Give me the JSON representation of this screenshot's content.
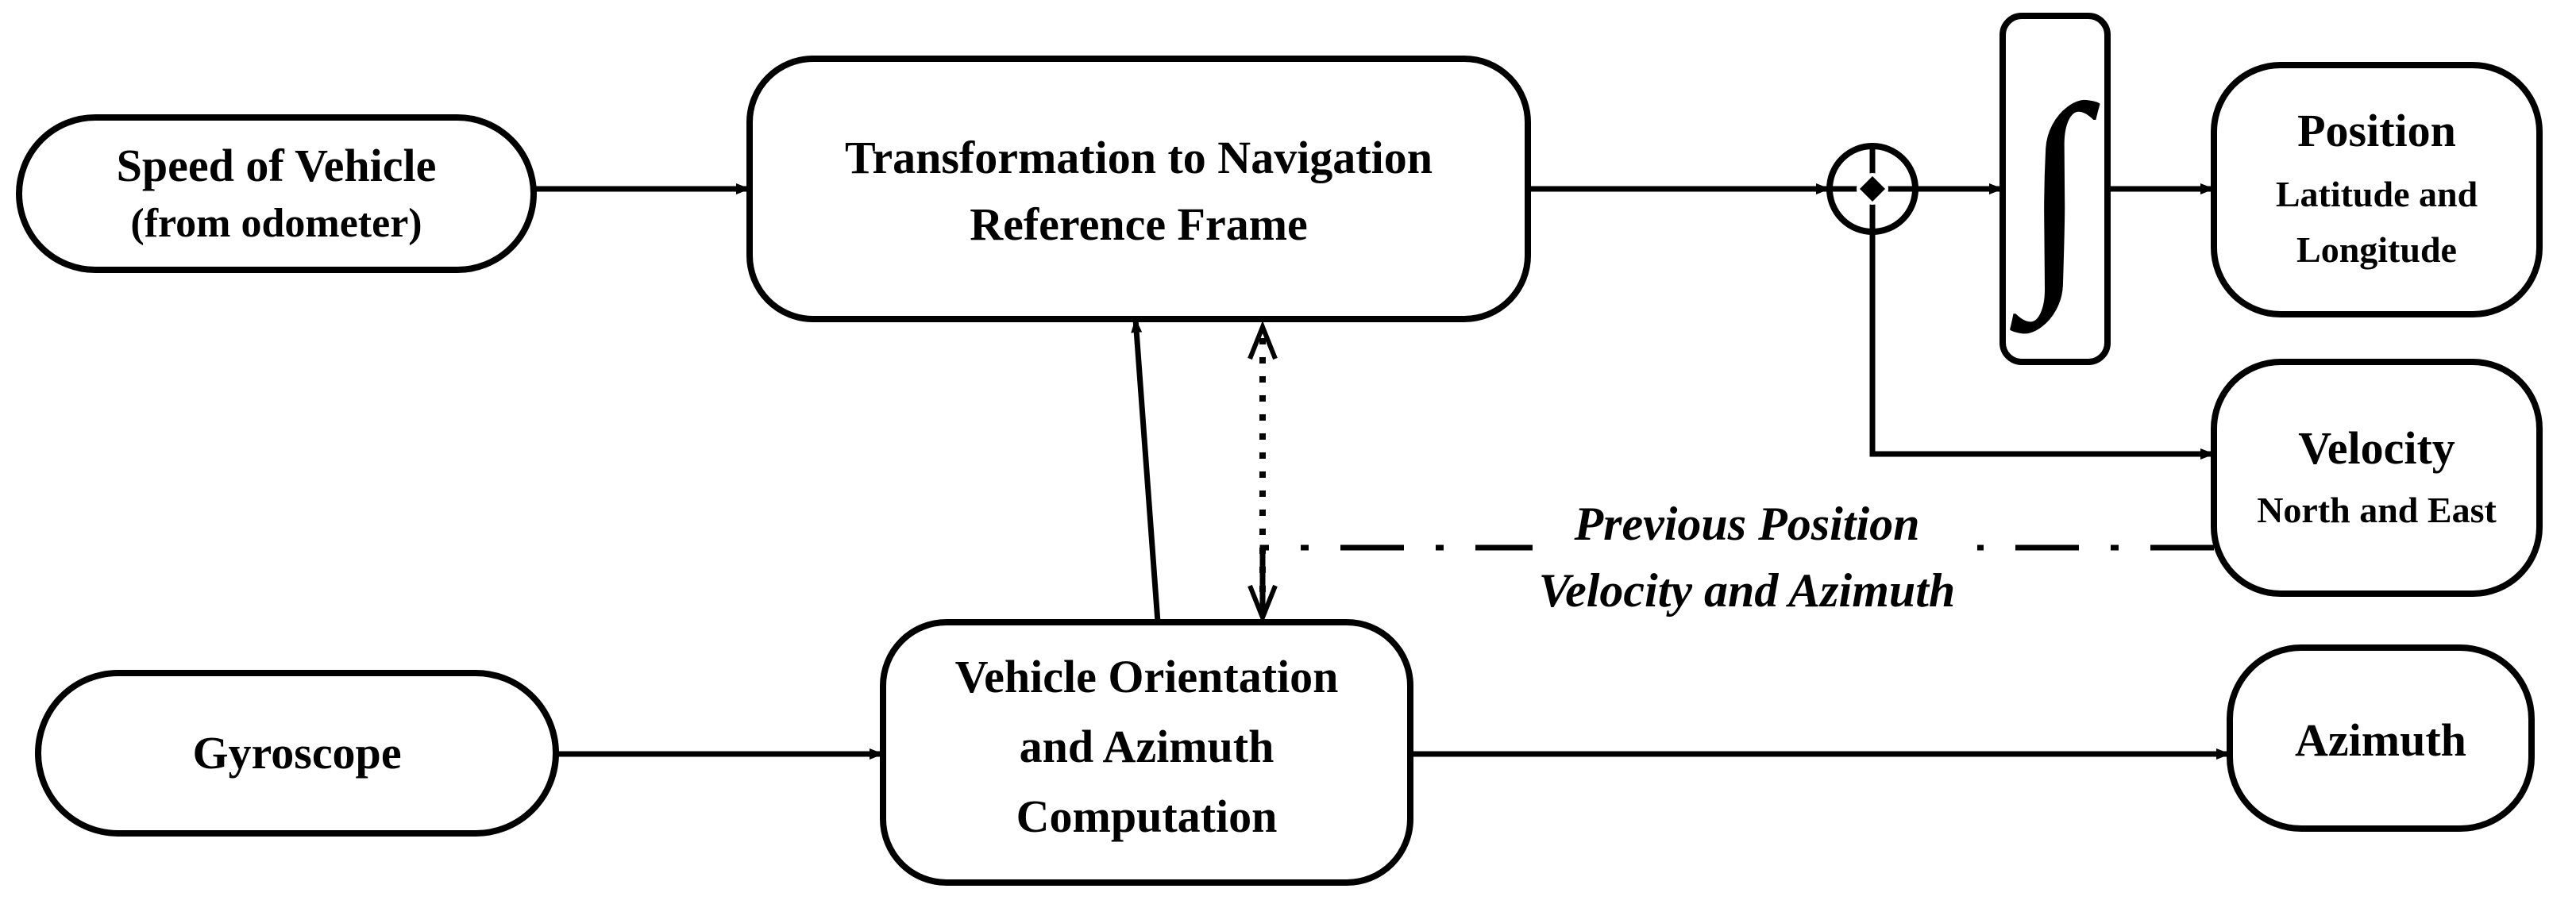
{
  "nodes": {
    "speed": {
      "line1": "Speed of Vehicle",
      "line2": "(from odometer)"
    },
    "transform": {
      "line1": "Transformation to Navigation",
      "line2": "Reference Frame"
    },
    "position": {
      "title": "Position",
      "line1": "Latitude and",
      "line2": "Longitude"
    },
    "velocity": {
      "title": "Velocity",
      "line1": "North and East"
    },
    "gyroscope": {
      "label": "Gyroscope"
    },
    "orientation": {
      "line1": "Vehicle Orientation",
      "line2": "and Azimuth",
      "line3": "Computation"
    },
    "azimuth": {
      "label": "Azimuth"
    },
    "integrator": {
      "symbol": "∫"
    }
  },
  "feedback": {
    "line1": "Previous Position",
    "line2": "Velocity and Azimuth"
  }
}
